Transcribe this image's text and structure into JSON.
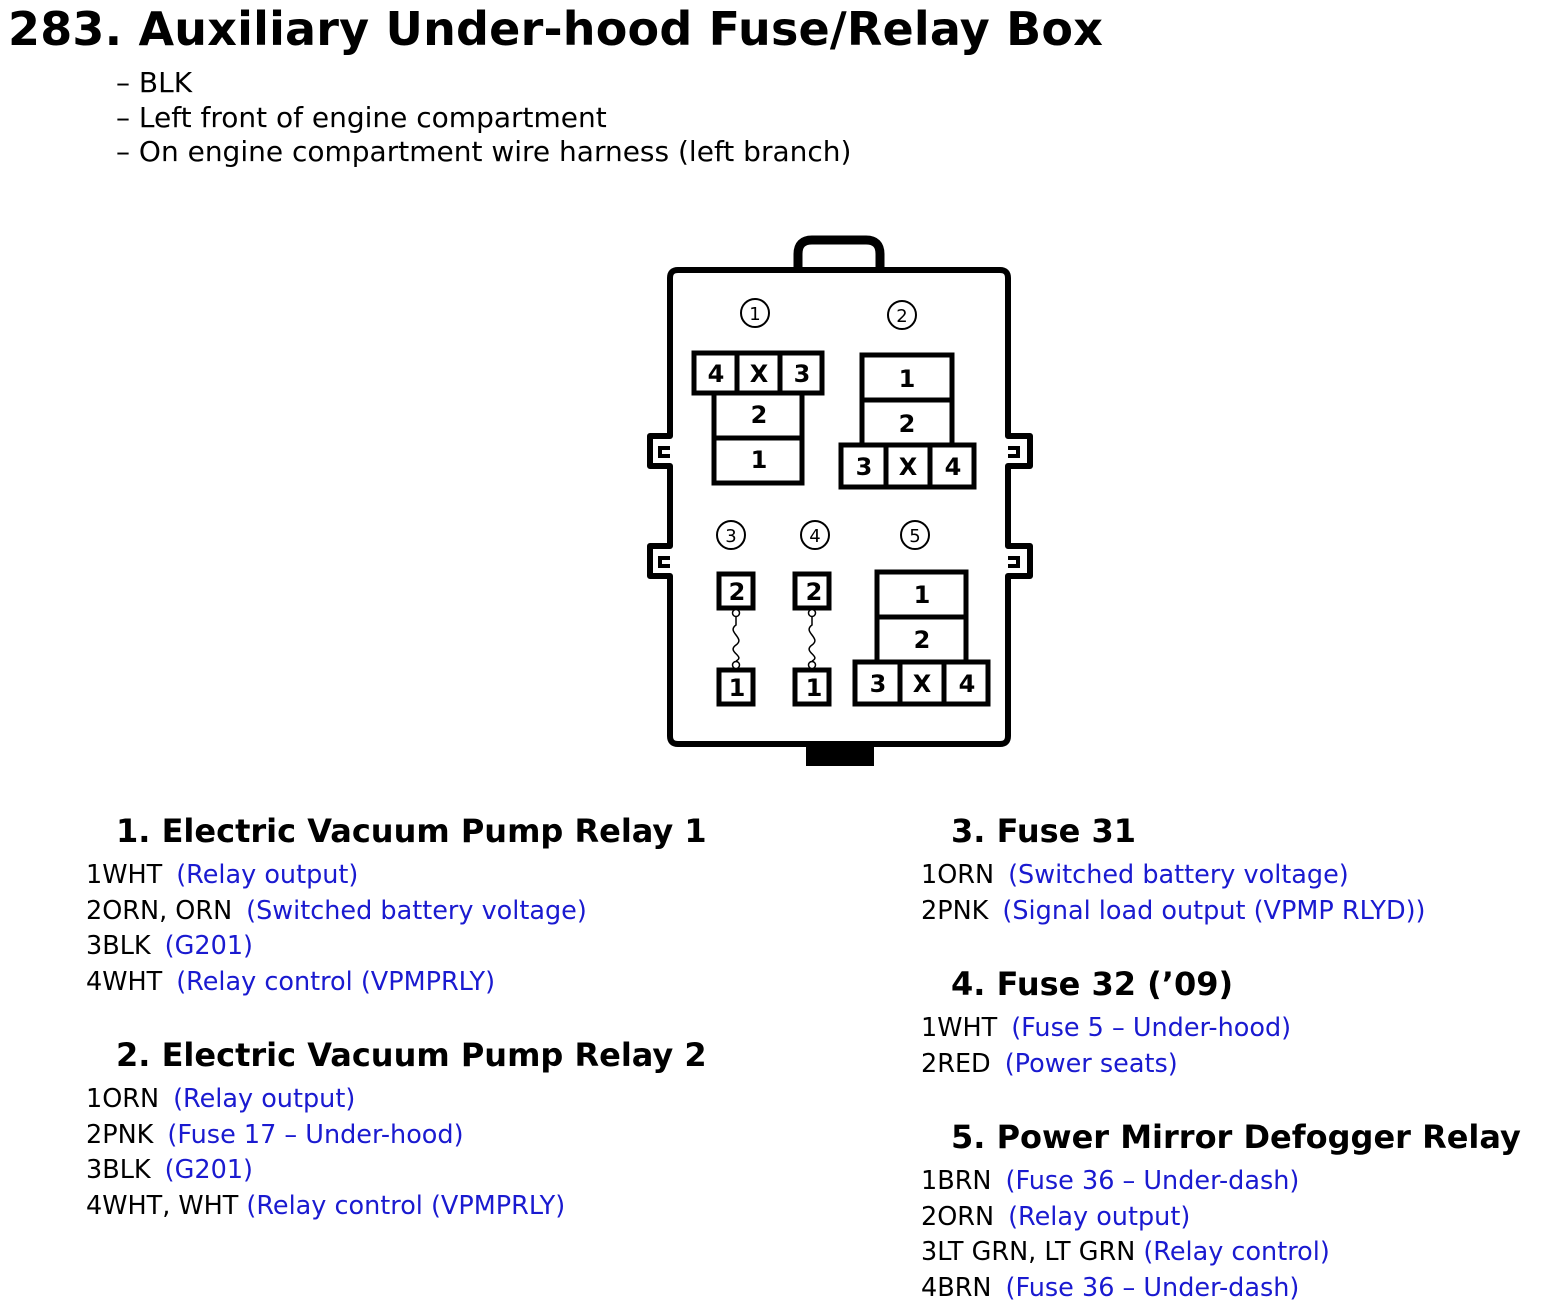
{
  "header": {
    "title": "283. Auxiliary Under-hood Fuse/Relay Box",
    "notes": [
      "– BLK",
      "– Left front of engine compartment",
      "– On engine compartment wire harness (left branch)"
    ]
  },
  "diagram": {
    "slot_markers": [
      "1",
      "2",
      "3",
      "4",
      "5"
    ],
    "relay1_cells": {
      "top_left": "4",
      "top_mid": "X",
      "top_right": "3",
      "mid": "2",
      "bottom": "1"
    },
    "relay2_cells": {
      "top": "1",
      "mid": "2",
      "bottom_left": "3",
      "bottom_mid": "X",
      "bottom_right": "4"
    },
    "fuse3_cells": {
      "top": "2",
      "bottom": "1"
    },
    "fuse4_cells": {
      "top": "2",
      "bottom": "1"
    },
    "relay5_cells": {
      "top": "1",
      "mid": "2",
      "bottom_left": "3",
      "bottom_mid": "X",
      "bottom_right": "4"
    }
  },
  "colors": {
    "description_text": "#1a1ad0",
    "outline": "#000000"
  },
  "sections": [
    {
      "heading": "1. Electric Vacuum Pump Relay 1",
      "pins": [
        {
          "wire": "1WHT",
          "desc": "(Relay output)"
        },
        {
          "wire": "2ORN, ORN",
          "desc": "(Switched battery voltage)"
        },
        {
          "wire": "3BLK",
          "desc": "(G201)"
        },
        {
          "wire": "4WHT",
          "desc": "(Relay control (VPMPRLY)"
        }
      ]
    },
    {
      "heading": "2. Electric Vacuum Pump Relay 2",
      "pins": [
        {
          "wire": "1ORN",
          "desc": "(Relay output)"
        },
        {
          "wire": "2PNK",
          "desc": "(Fuse 17 – Under-hood)"
        },
        {
          "wire": "3BLK",
          "desc": "(G201)"
        },
        {
          "wire": "4WHT, WHT",
          "desc": "(Relay control (VPMPRLY)"
        }
      ]
    },
    {
      "heading": "3. Fuse 31",
      "pins": [
        {
          "wire": "1ORN",
          "desc": "(Switched battery voltage)"
        },
        {
          "wire": "2PNK",
          "desc": "(Signal load output (VPMP RLYD))"
        }
      ]
    },
    {
      "heading": "4. Fuse 32 (’09)",
      "pins": [
        {
          "wire": "1WHT",
          "desc": "(Fuse 5 – Under-hood)"
        },
        {
          "wire": "2RED",
          "desc": "(Power seats)"
        }
      ]
    },
    {
      "heading": "5. Power Mirror Defogger Relay",
      "pins": [
        {
          "wire": "1BRN",
          "desc": "(Fuse 36 – Under-dash)"
        },
        {
          "wire": "2ORN",
          "desc": "(Relay output)"
        },
        {
          "wire": "3LT GRN, LT GRN",
          "desc": "(Relay control)"
        },
        {
          "wire": "4BRN",
          "desc": "(Fuse 36 – Under-dash)"
        }
      ]
    }
  ]
}
